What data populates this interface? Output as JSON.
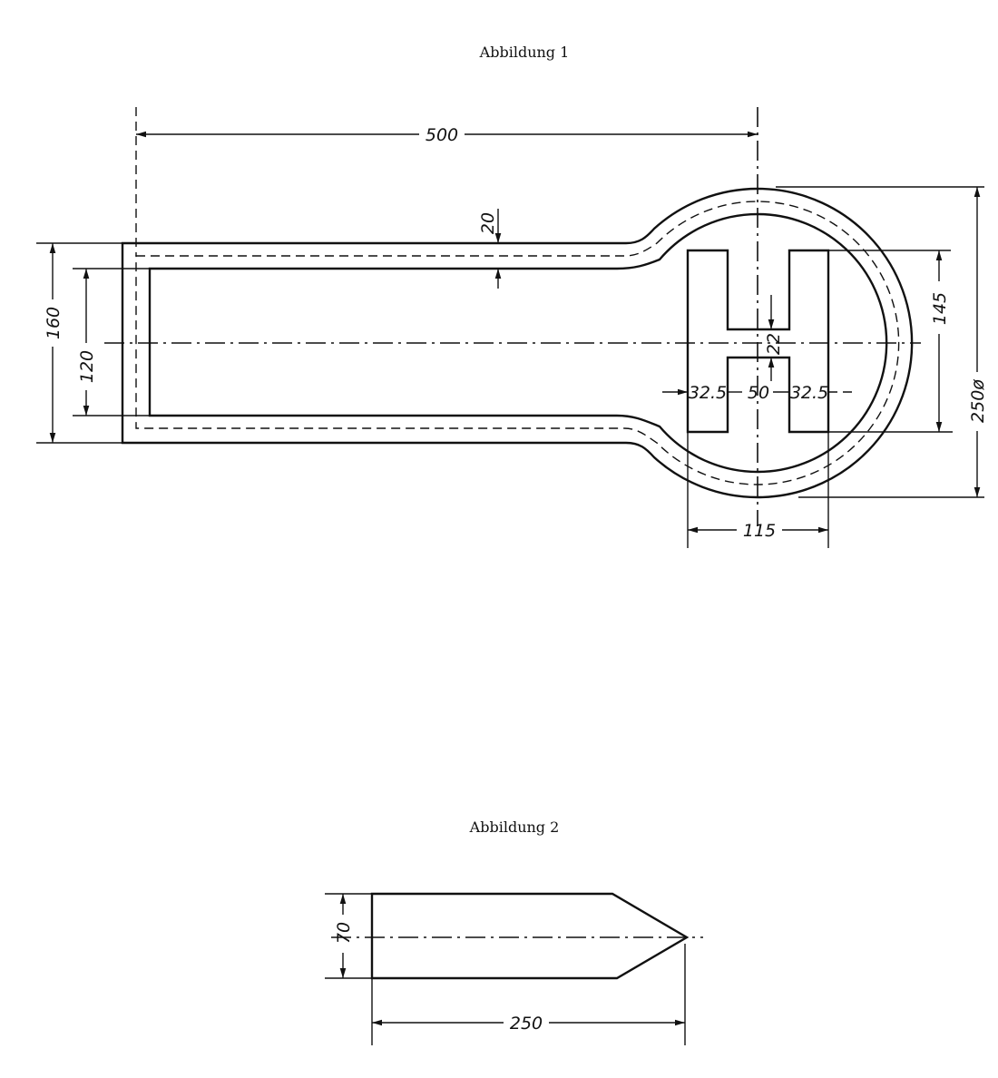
{
  "figure1": {
    "title": "Abbildung 1",
    "dimensions": {
      "overall_length": "500",
      "wall": "20",
      "outer_height": "160",
      "inner_height": "120",
      "slot_height": "145",
      "diameter": "250ø",
      "slot_gap": "22",
      "left_bar": "32.5",
      "center_gap": "50",
      "right_bar": "32.5",
      "slot_width": "115"
    }
  },
  "figure2": {
    "title": "Abbildung 2",
    "dimensions": {
      "height": "70",
      "length": "250"
    }
  }
}
